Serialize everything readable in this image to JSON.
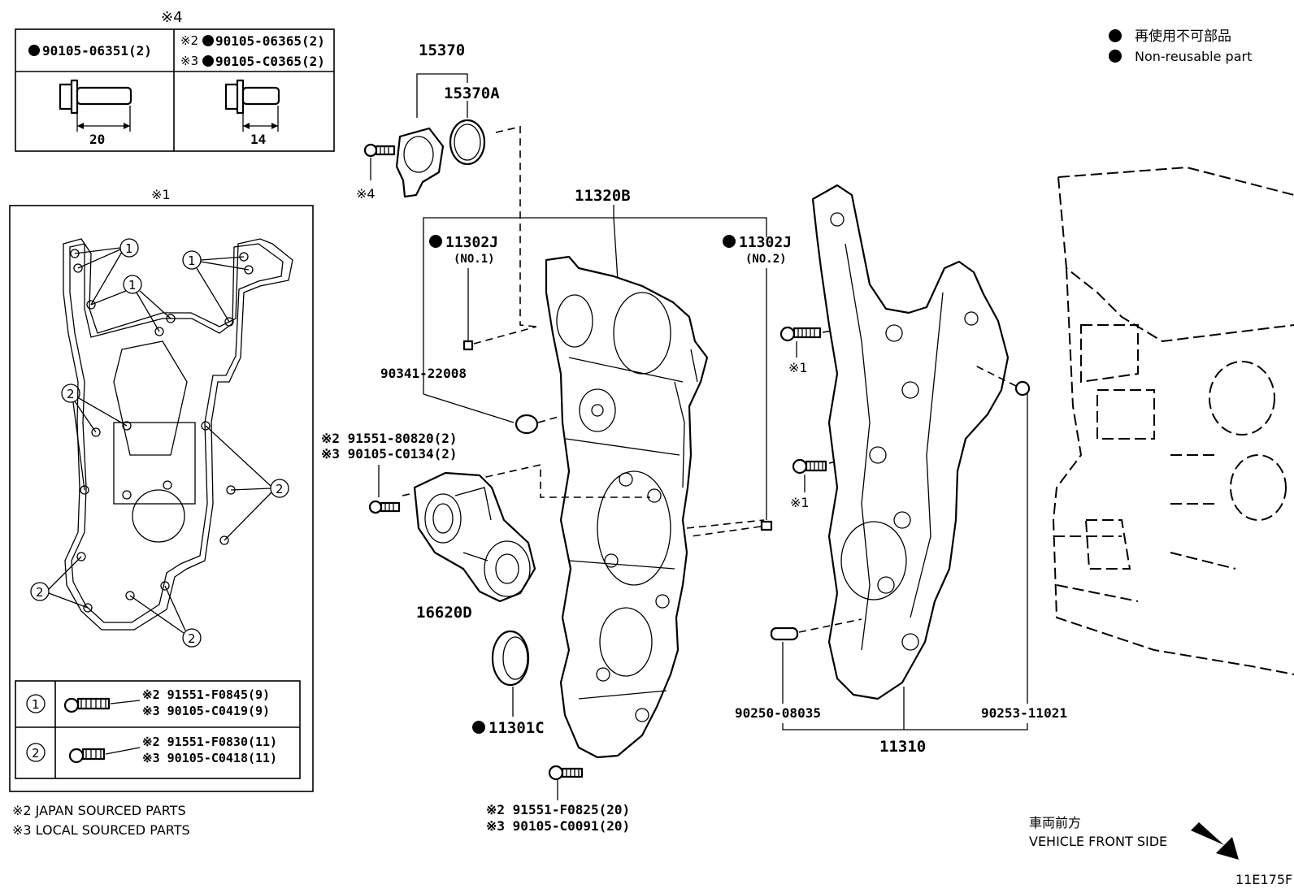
{
  "legend": {
    "jp": "再使用不可部品",
    "en": "Non-reusable part"
  },
  "box4": {
    "title": "※4",
    "left_part": "90105-06351(2)",
    "right_part_1": "※2",
    "right_part_1_no": "90105-06365(2)",
    "right_part_2": "※3",
    "right_part_2_no": "90105-C0365(2)",
    "dim_left": "20",
    "dim_right": "14"
  },
  "box1": {
    "title": "※1",
    "callout_1": "1",
    "callout_2": "2",
    "row1": {
      "marker": "1",
      "line1": "※2 91551-F0845(9)",
      "line2": "※3 90105-C0419(9)"
    },
    "row2": {
      "marker": "2",
      "line1": "※2 91551-F0830(11)",
      "line2": "※3 90105-C0418(11)"
    }
  },
  "notes": {
    "note2": "※2 JAPAN SOURCED PARTS",
    "note3": "※3 LOCAL SOURCED PARTS"
  },
  "labels": {
    "p15370": "15370",
    "p15370a": "15370A",
    "ref4": "※4",
    "p11320b": "11320B",
    "p11302j_1": "11302J",
    "no1": "(NO.1)",
    "p11302j_2": "11302J",
    "no2": "(NO.2)",
    "p90341": "90341-22008",
    "bolt_a_1": "※2 91551-80820(2)",
    "bolt_a_2": "※3 90105-C0134(2)",
    "p16620d": "16620D",
    "p11301c": "11301C",
    "bolt_b_1": "※2 91551-F0825(20)",
    "bolt_b_2": "※3 90105-C0091(20)",
    "ref1a": "※1",
    "ref1b": "※1",
    "p90250": "90250-08035",
    "p90253": "90253-11021",
    "p11310": "11310",
    "front_jp": "車両前方",
    "front_en": "VEHICLE FRONT SIDE",
    "fig_code": "11E175F"
  }
}
